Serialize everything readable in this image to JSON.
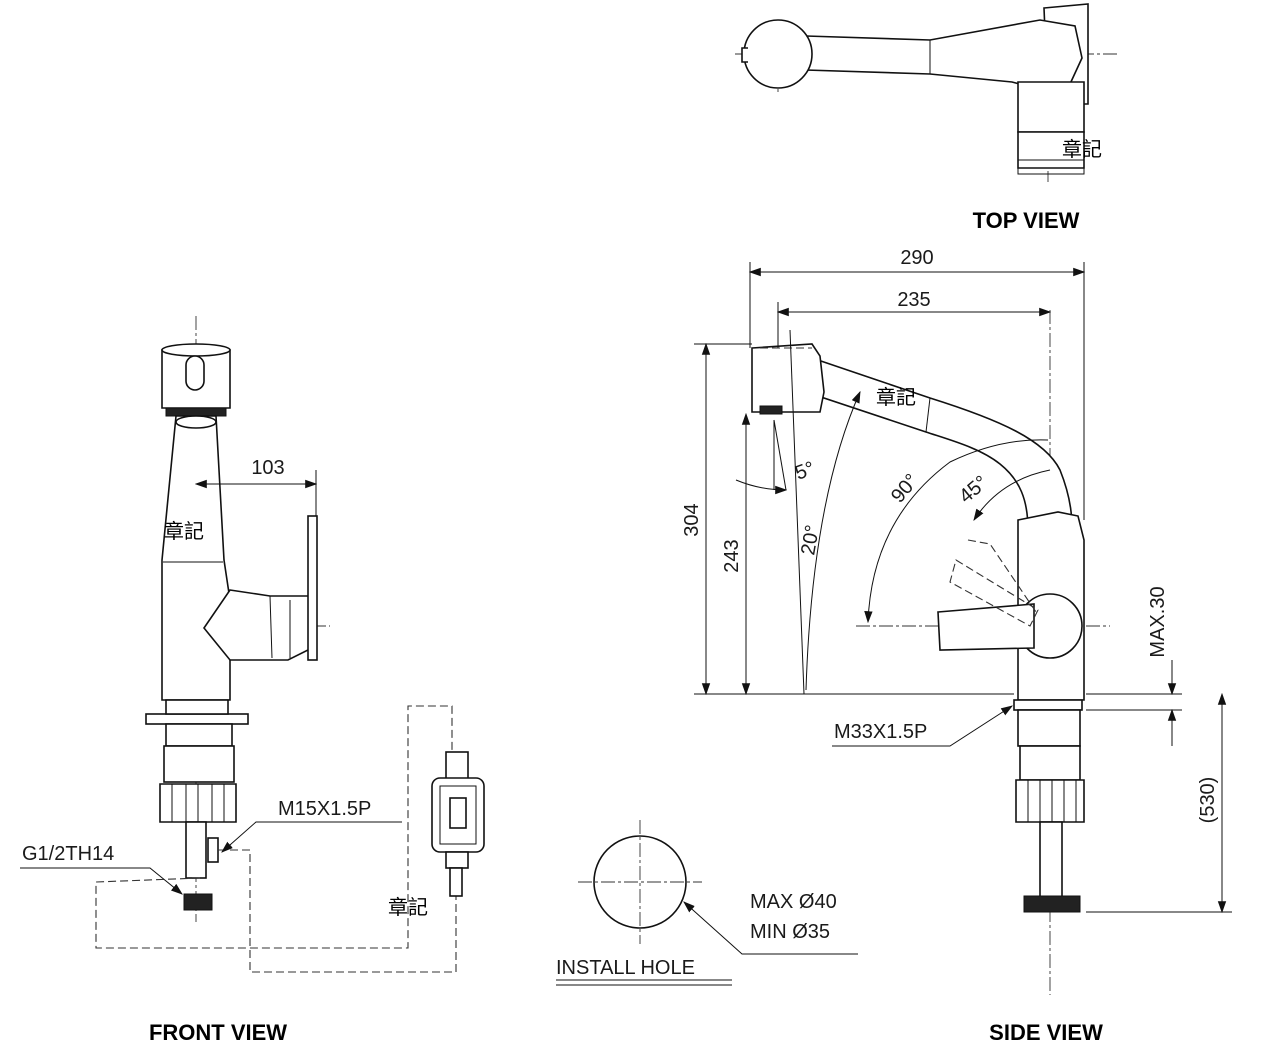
{
  "views": {
    "top": "TOP VIEW",
    "front": "FRONT VIEW",
    "side": "SIDE VIEW"
  },
  "dimensions": {
    "overall_length": "290",
    "spout_reach": "235",
    "height": "304",
    "spout_height": "243",
    "lever_offset": "103",
    "max_deck": "MAX.30",
    "below_deck": "(530)"
  },
  "angles": {
    "a5": "5°",
    "a20": "20°",
    "a90": "90°",
    "a45": "45°"
  },
  "threads": {
    "m33": "M33X1.5P",
    "m15": "M15X1.5P",
    "g12": "G1/2TH14"
  },
  "install_hole": {
    "max": "MAX Ø40",
    "min": "MIN Ø35",
    "label": "INSTALL HOLE"
  },
  "stamp_text": "章記"
}
